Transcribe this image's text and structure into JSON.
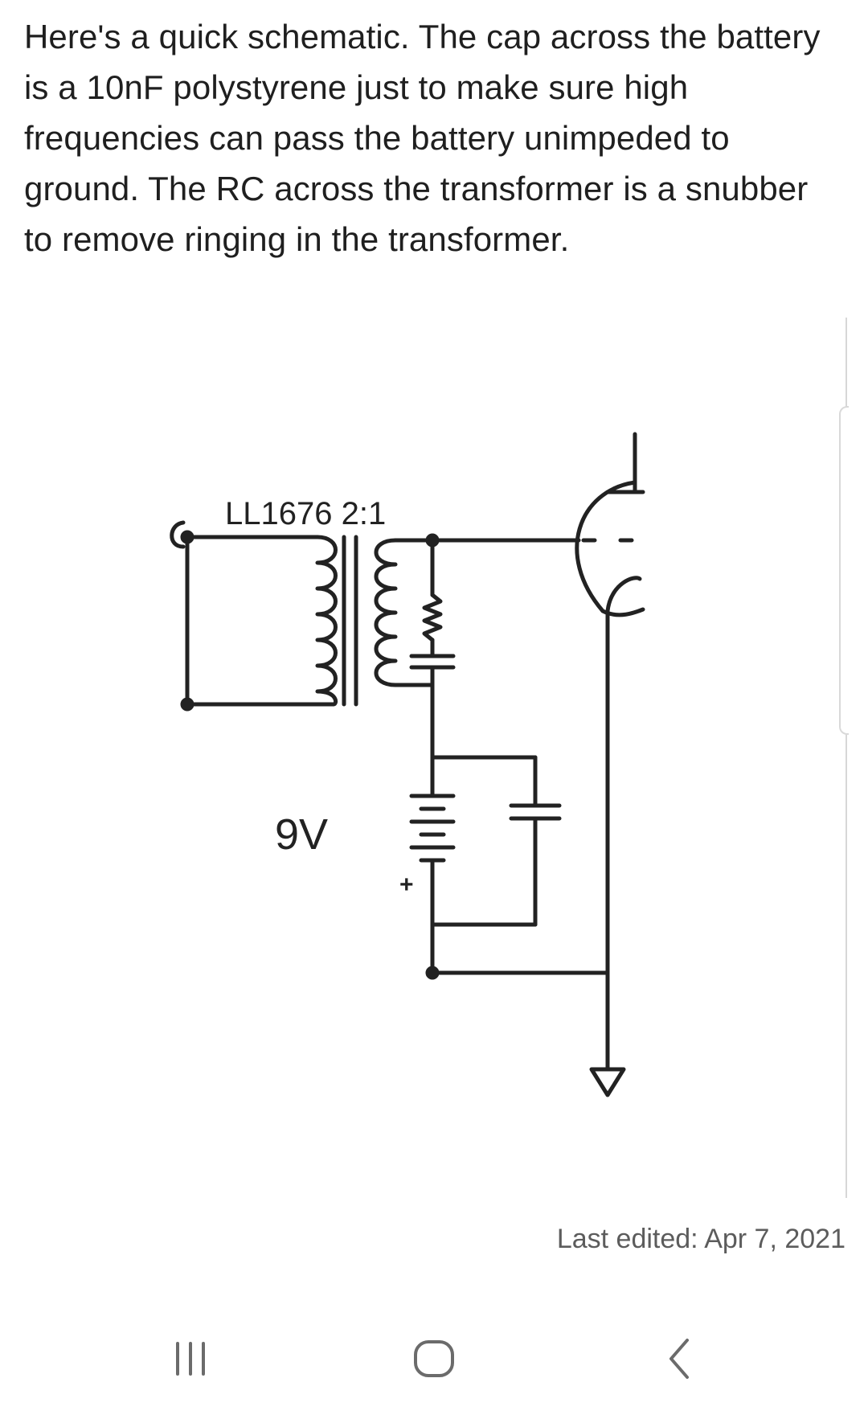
{
  "post": {
    "body": "Here's a quick schematic. The cap across the battery is a 10nF polystyrene just to make sure high frequencies can pass the battery unimpeded to ground. The RC across the transformer is a snubber to remove ringing in the transformer."
  },
  "schematic": {
    "transformer_label": "LL1676 2:1",
    "battery_label": "9V",
    "battery_polarity": "+"
  },
  "footer": {
    "last_edited": "Last edited: Apr 7, 2021"
  },
  "nav": {
    "recents_icon": "recents-icon",
    "home_icon": "home-icon",
    "back_icon": "back-icon"
  },
  "colors": {
    "text": "#1f1f1f",
    "muted": "#5c5c5c",
    "icon": "#6b6b6b",
    "wire": "#222222"
  }
}
